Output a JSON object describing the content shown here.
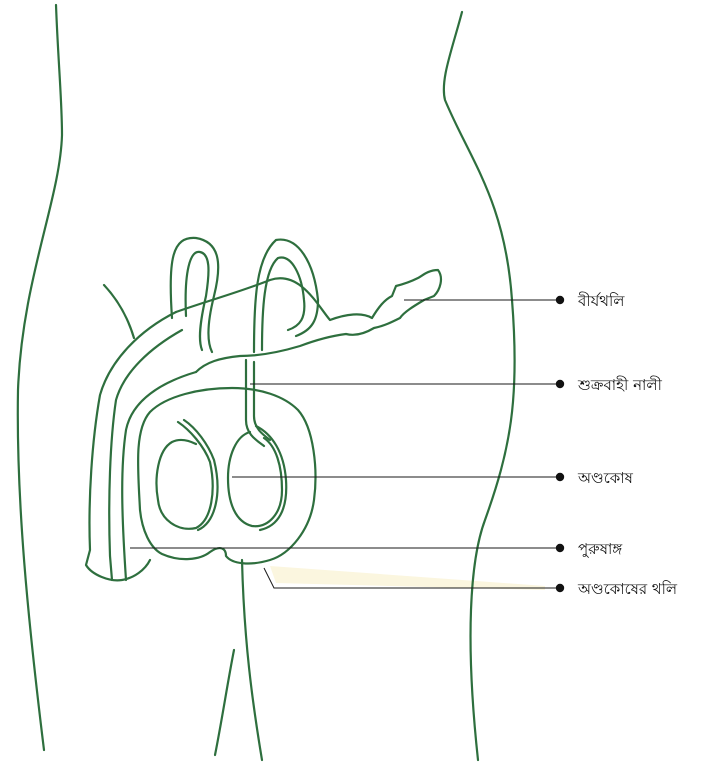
{
  "colors": {
    "outline": "#2e6f3e",
    "leader": "#1a1a1a",
    "shadow": "#fbf6df"
  },
  "labels": {
    "seminal_vesicle": "বীর্যথলি",
    "vas_deferens": "শুক্রবাহী নালী",
    "testis": "অণ্ডকোষ",
    "penis": "পুরুষাঙ্গ",
    "scrotum": "অণ্ডকোষের থলি"
  }
}
